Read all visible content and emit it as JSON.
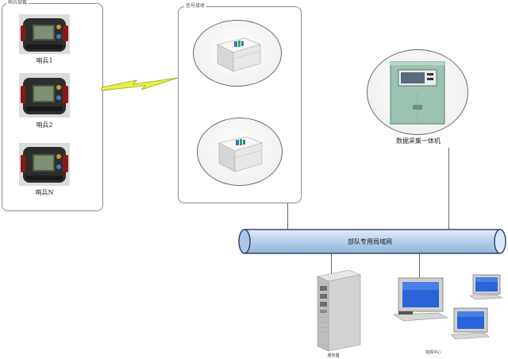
{
  "left_panel": {
    "caption": "哨兵穿戴",
    "devices": [
      {
        "label": "哨兵1",
        "icon": "wearable-device-icon"
      },
      {
        "label": "哨兵2",
        "icon": "wearable-device-icon"
      },
      {
        "label": "哨兵N",
        "icon": "wearable-device-icon"
      }
    ]
  },
  "middle_panel": {
    "caption": "信号接收",
    "devices": [
      {
        "icon": "signal-receiver-icon"
      },
      {
        "icon": "signal-receiver-icon"
      }
    ]
  },
  "collector": {
    "label": "数据采集一体机",
    "icon": "data-collector-cabinet-icon"
  },
  "network": {
    "label": "部队专用局域网",
    "color": "#b9d3ec"
  },
  "server": {
    "label": "服务器",
    "icon": "server-tower-icon"
  },
  "workstations": {
    "label": "指挥中心",
    "icon": "workstation-icon"
  },
  "wireless_link": {
    "icon": "lightning-bolt-icon",
    "color": "#e6f04a"
  }
}
